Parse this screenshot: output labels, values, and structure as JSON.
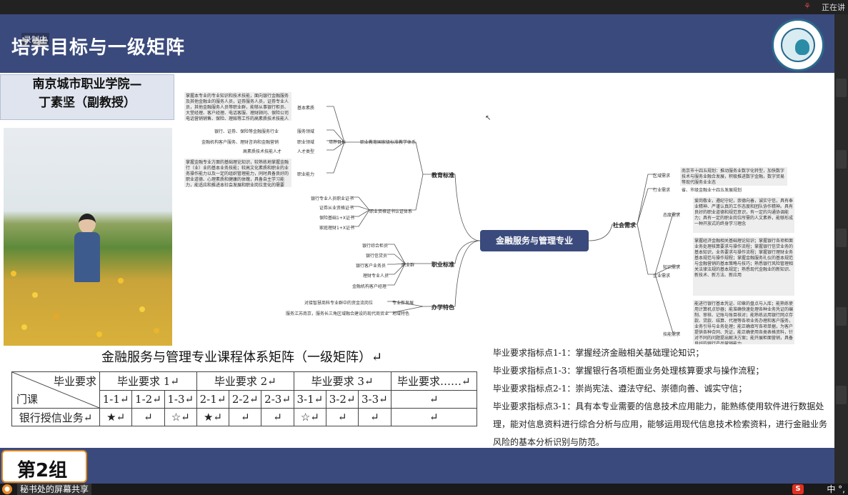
{
  "window": {
    "status_text": "正在讲"
  },
  "slide": {
    "title": "培养目标与一级矩阵",
    "recording_label": "录制中",
    "presenter": {
      "line1": "南京城市职业学院—",
      "line2": "丁素坚（副教授）"
    },
    "mindmap": {
      "center": "金融服务与管理专业",
      "left_branches": {
        "education": "教育标准",
        "job": "职业标准",
        "features": "办学特色"
      },
      "right_branches": {
        "social": "社会需求"
      },
      "edu_sub": {
        "system": "职业教育国家级标准教学体系",
        "goal": "培养目标",
        "basic": "基本素质",
        "service_field": "服务领域",
        "job_field": "职业领域",
        "talent": "人才类型",
        "ability": "职业能力",
        "cert_system": "职业资格证书认证体系",
        "basic_text": "掌握本专业的专业知识和技术技能，面向银行金融服务及其他金融业的服务人员，证券服务人员，证券专业人员，其他金融服务人员等职业群，能够从事银行柜员、大堂经理、客户经理、电话客服、理财顾问、保险公司电话营销销售、保险、理赔等工作的高素质技术技能人才",
        "service_text": "银行、证券、保险等金融服务行业",
        "job_text": "金融机构客户服务、理财咨询和金融营销",
        "talent_text": "高素质技术技能人才",
        "ability_text": "掌握金融专业方面的基础理论知识，较熟练地掌握金融行（业）业的基本业务技能；较高文化素质和职业的业务操作能力以及一定的组织管理能力，同时具备良好的职业道德、心理素质和健康的体魄，具备自主学习能力，能适应和推进本社会发展和职业岗位变化的需要",
        "certs": [
          "银行专业人员职业证书",
          "证券从业资格证书",
          "保险基础1+X证书",
          "家庭理财1+X证书"
        ]
      },
      "job_sub": {
        "post": "职业群",
        "items": [
          "银行综合柜员",
          "银行信贷员",
          "银行客户业务员",
          "理财专业人员",
          "金融机构客户经理"
        ]
      },
      "feature_sub": {
        "dev": "专业新发展",
        "local": "地域特色",
        "dev_text": "对接智慧商科专业群中的资金流岗位",
        "local_text": "服务江苏南京，服务长三角区域融合建设的现代商贸业"
      },
      "social_sub": {
        "region": "区域需求",
        "industry": "行业需求",
        "enterprise": "企业需求",
        "attitude": "态度需求",
        "knowledge": "知识需求",
        "skill": "技能需求",
        "region_text": "南京市十四五规划：推动服务业数字化转型，加快数字技术与服务业融合发展，积极推进数字金融，数字贸易等现代服务业业态",
        "industry_text": "省、市级金融业十四五发展规划",
        "attitude_text": "爱岗敬业，遵纪守纪，崇德向善，诚实守信，具有奉业精神、严谨认真的工作态度和团队协作精神。具有良好的职业道德和规范意识，有一定的沟通协调能力；具有一定的职业岗位所需的人文素养，能够形成一种开放式的终身学习理念",
        "knowledge_text": "掌握经济金融相关基础理论知识；掌握银行各项柜面业务处理核算要求与操作流程；掌握银行信贷业务的基本知识，业务要求与操作流程；掌握银行理财业务基本规范与操作规程；掌握金融服务礼仪的基本规范与金融营销的基本策略与技巧；熟悉银行风险管理相关法律法规的基本规定；熟悉现代金融业的新知识、新技术、新方法、新应用",
        "skill_text": "能进行银行基本凭证、印章的盘点与入库；能熟练使用计算机点钞器；能准确快速处理各种业务凭证的编制、审核、记账与账目核对；能熟练运用银行网点存款、贷款、结算、代理等各项业务办理和客户服务，业务引导与业务处理；能正确填写各项单据，为客户提供各种合同、凭证，能正确使用各类表格资料，针对不同的问题提出解决方案；能开展柜面营销，具备良好的银行产品营销能力"
      }
    },
    "matrix": {
      "title": "金融服务与管理专业课程体系矩阵（一级矩阵）↵",
      "corner_top": "毕业要求",
      "corner_bottom": "门课",
      "groups": [
        "毕业要求 1↵",
        "毕业要求 2↵",
        "毕业要求 3↵",
        "毕业要求……↵"
      ],
      "subcols": [
        "1-1↵",
        "1-2↵",
        "1-3↵",
        "2-1↵",
        "2-2↵",
        "2-3↵",
        "3-1↵",
        "3-2↵",
        "3-3↵",
        "↵"
      ],
      "rows": [
        {
          "course": "银行授信业务↵",
          "cells": [
            "★↵",
            "↵",
            "☆↵",
            "★↵",
            "↵",
            "↵",
            "☆↵",
            "↵",
            "↵",
            "↵"
          ]
        }
      ]
    },
    "requirements": [
      "毕业要求指标点1-1：掌握经济金融相关基础理论知识；",
      "毕业要求指标点1-3：掌握银行各项柜面业务处理核算要求与操作流程；",
      "毕业要求指标点2-1：崇尚宪法、遵法守纪、崇德向善、诚实守信；",
      "毕业要求指标点3-1：具有本专业需要的信息技术应用能力，能熟练使用软件进行数据处理，能对信息资料进行综合分析与应用，能够运用现代信息技术检索资料，进行金融业务风险的基本分析识别与防范。"
    ],
    "group_label": "第2组"
  },
  "taskbar": {
    "share_label": "秘书处的屏幕共享",
    "ime_label": "中 °,"
  },
  "colors": {
    "header": "#3b4a7c",
    "accent": "#e08a20"
  }
}
